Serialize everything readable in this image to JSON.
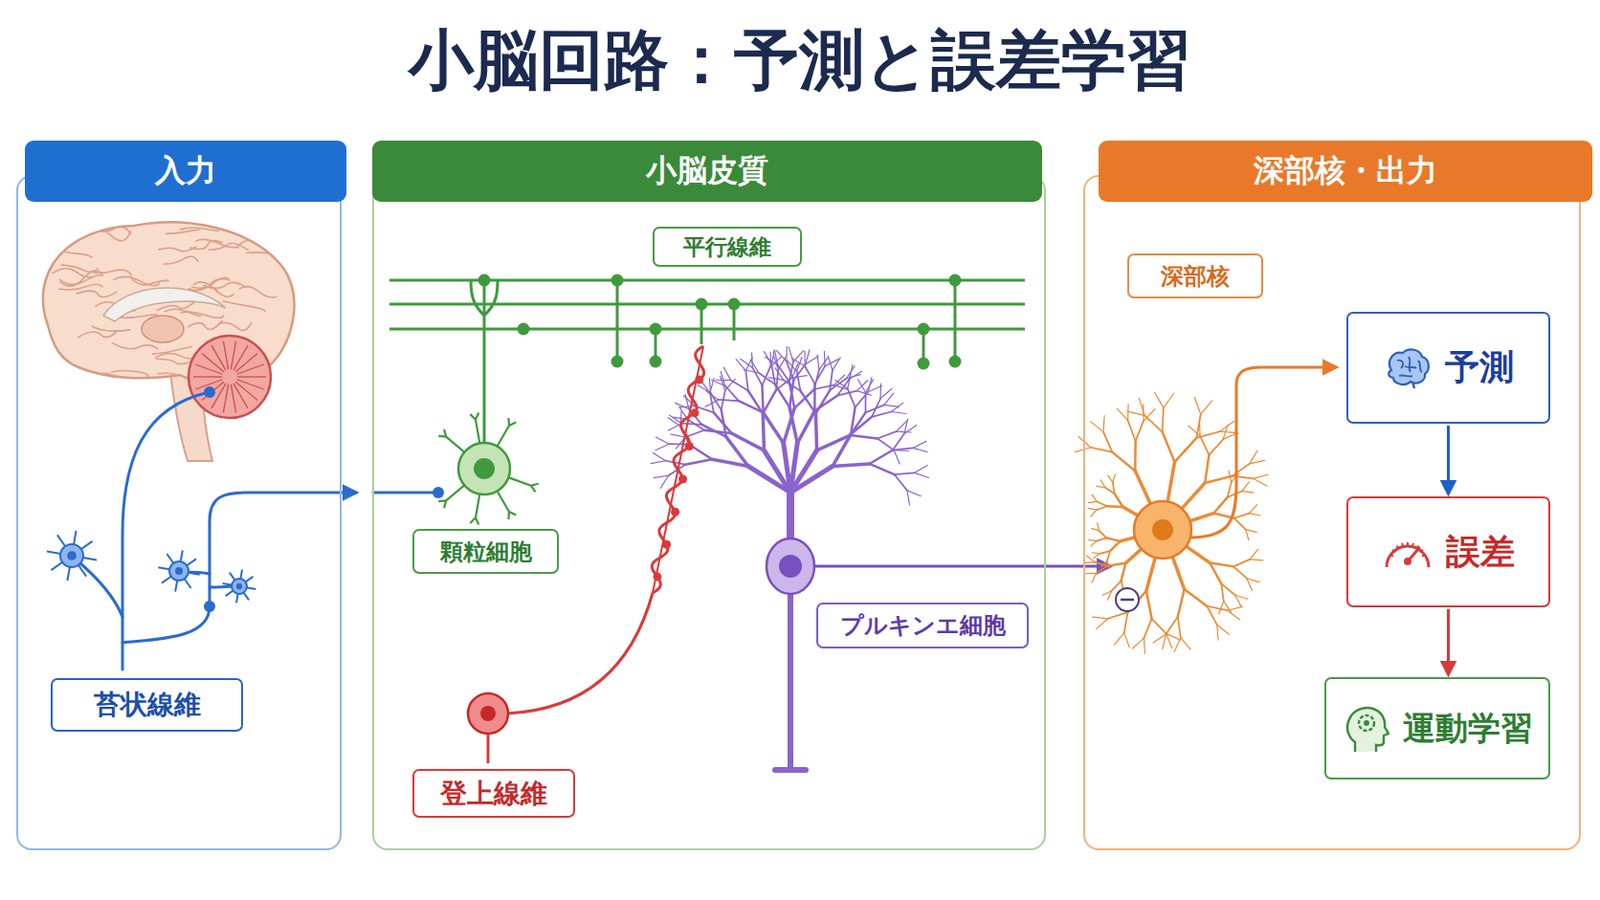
{
  "diagram": {
    "title": "小脳回路：予測と誤差学習",
    "nodes": [
      {
        "text": [
          "入力"
        ]
      },
      {
        "text": [
          "苔状線維"
        ],
        "in": 0
      },
      {
        "text": [
          "小脳皮質"
        ]
      },
      {
        "text": [
          "平行線維"
        ],
        "in": 2
      },
      {
        "text": [
          "顆粒細胞"
        ],
        "in": 2
      },
      {
        "text": [
          "プルキンエ細胞"
        ],
        "in": 2
      },
      {
        "text": [
          "登上線維"
        ],
        "in": 2
      },
      {
        "text": [
          "深部核・出力"
        ]
      },
      {
        "text": [
          "深部核"
        ],
        "in": 7
      },
      {
        "text": [
          "予測"
        ],
        "in": 7
      },
      {
        "text": [
          "誤差"
        ],
        "in": 7
      },
      {
        "text": [
          "運動学習"
        ],
        "in": 7
      }
    ],
    "edges": [
      {
        "from": 9,
        "to": 10,
        "arrow": "to"
      },
      {
        "from": 10,
        "to": 11,
        "arrow": "to"
      }
    ]
  }
}
